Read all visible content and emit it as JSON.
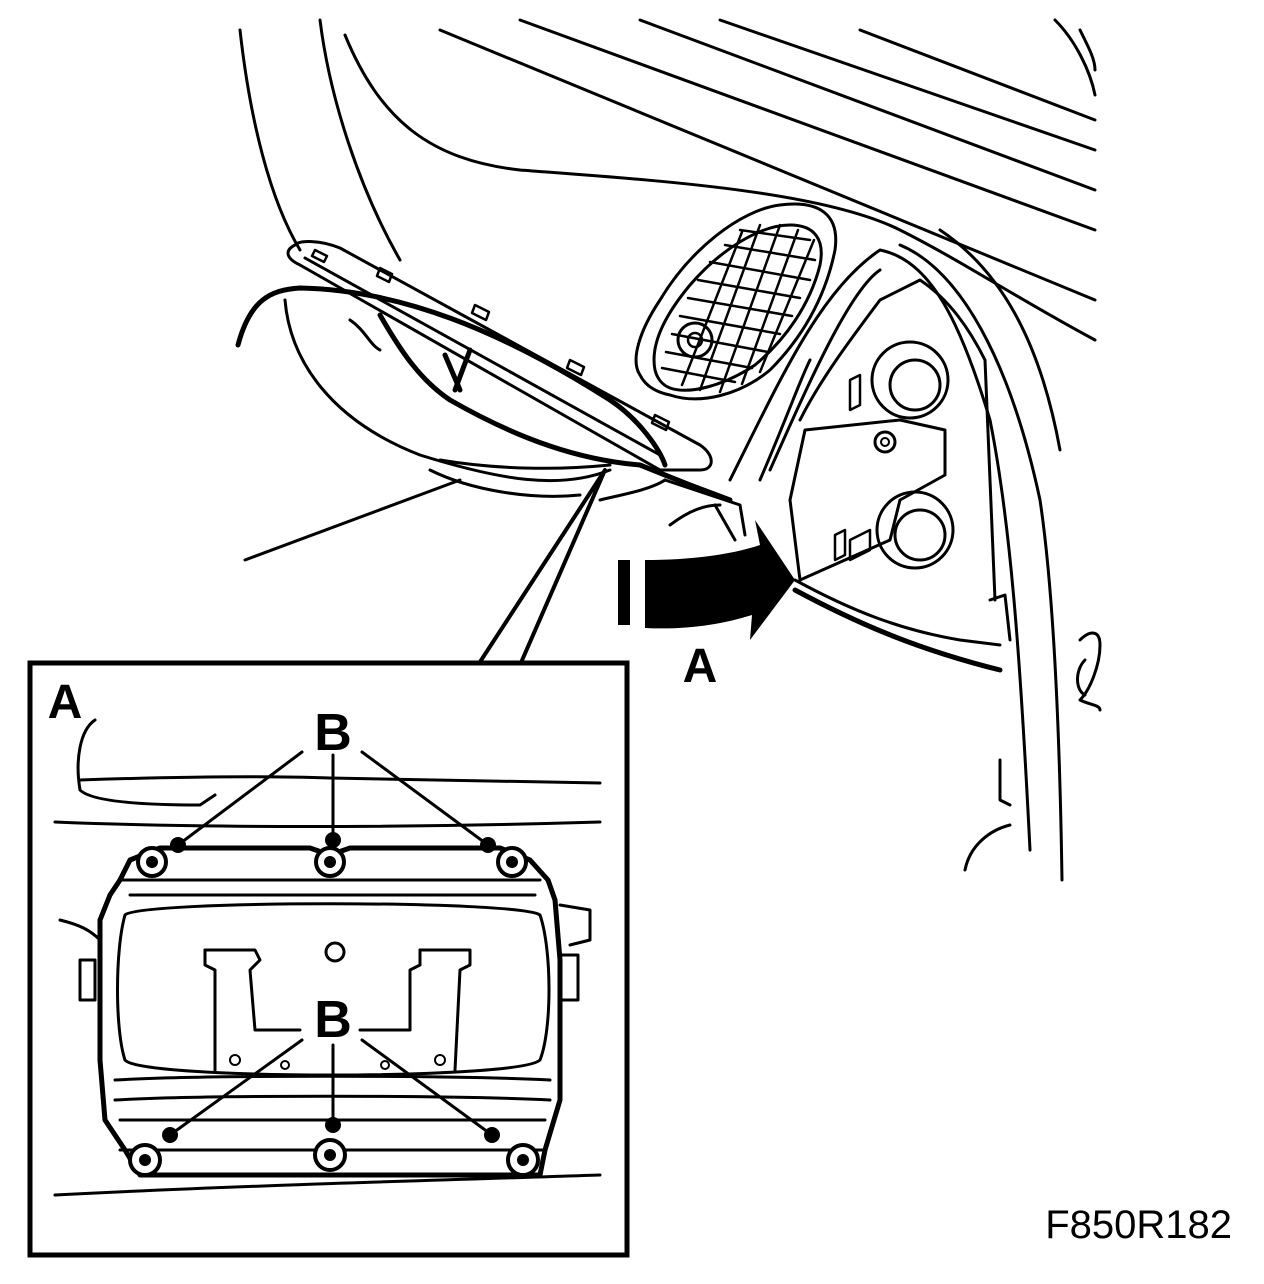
{
  "labels": {
    "view_label": "A",
    "inset_label": "A",
    "bolt_label_top": "B",
    "bolt_label_bottom": "B",
    "figure_code": "F850R182"
  },
  "colors": {
    "ink": "#000000",
    "paper": "#ffffff"
  }
}
